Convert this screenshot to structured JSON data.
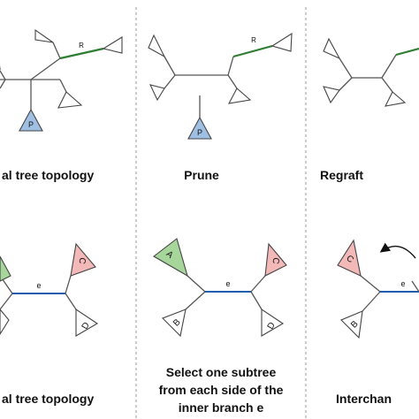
{
  "panels": {
    "top_left": {
      "caption": "al tree topology",
      "branch_label": "R",
      "subtree_label": "P"
    },
    "top_middle": {
      "caption": "Prune",
      "branch_label": "R",
      "subtree_label": "P"
    },
    "top_right": {
      "caption": "Regraft"
    },
    "bottom_left": {
      "caption": "al tree topology",
      "inner_branch_label": "e",
      "subtree_labels": [
        "C",
        "D"
      ]
    },
    "bottom_middle": {
      "caption_lines": [
        "Select one subtree",
        "from each side of the",
        "inner branch e"
      ],
      "inner_branch_label": "e",
      "subtree_labels": [
        "A",
        "B",
        "C",
        "D"
      ]
    },
    "bottom_right": {
      "caption": "Interchan",
      "inner_branch_label": "e",
      "subtree_labels": [
        "C",
        "B"
      ]
    }
  },
  "colors": {
    "highlight_branch": "#2e7d32",
    "inner_branch": "#1f5fae",
    "subtree_blue": "#9fc0e3",
    "subtree_green": "#a6d69a",
    "subtree_pink": "#f3b8b8"
  }
}
